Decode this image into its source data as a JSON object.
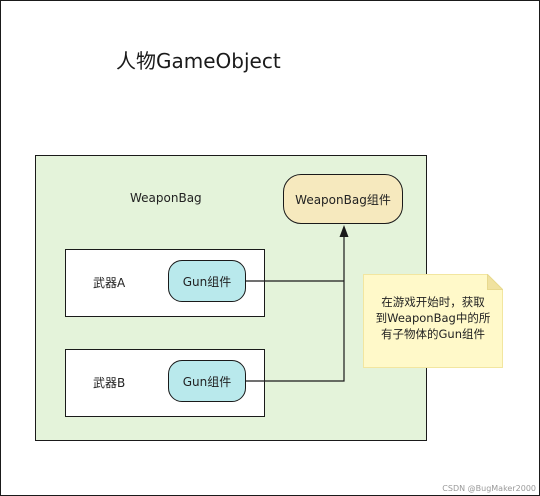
{
  "title": "人物GameObject",
  "weaponbag": {
    "label": "WeaponBag",
    "component_label": "WeaponBag组件"
  },
  "weapons": [
    {
      "label": "武器A",
      "component_label": "Gun组件"
    },
    {
      "label": "武器B",
      "component_label": "Gun组件"
    }
  ],
  "note": {
    "lines": [
      "在游戏开始时，获取",
      "到WeaponBag中的所",
      "有子物体的Gun组件"
    ]
  },
  "watermark": "CSDN @BugMaker2000",
  "colors": {
    "weaponbag_fill": "#e4f3da",
    "bag_component_fill": "#f6e9be",
    "gun_component_fill": "#b9e9ec",
    "note_fill": "#fff9c9",
    "stroke": "#1a1a1a"
  }
}
